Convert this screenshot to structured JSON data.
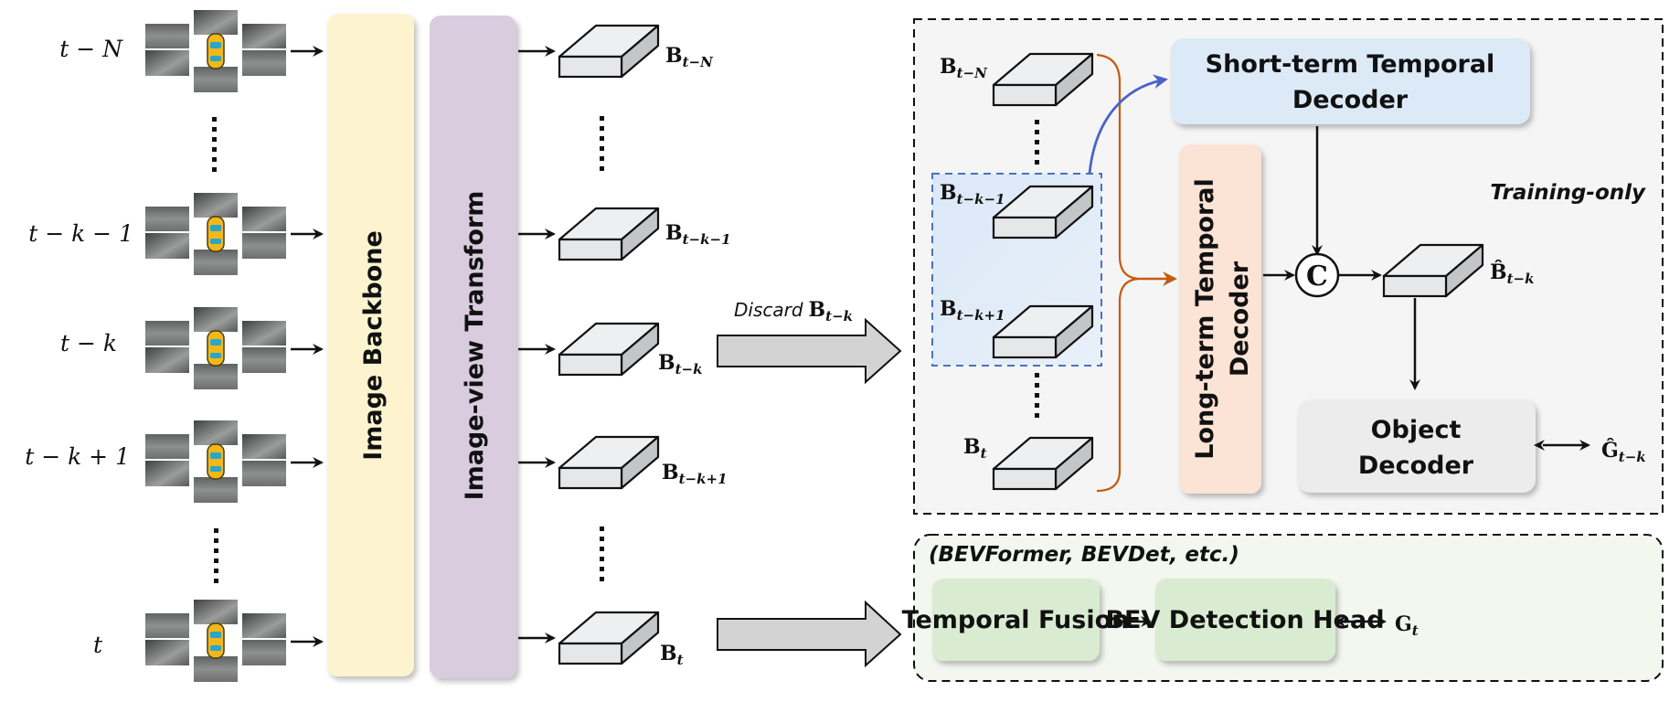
{
  "timesteps": [
    {
      "label": "t − N",
      "feature": "B",
      "sub": "t−N"
    },
    {
      "label": "t − k − 1",
      "feature": "B",
      "sub": "t−k−1"
    },
    {
      "label": "t − k",
      "feature": "B",
      "sub": "t−k"
    },
    {
      "label": "t − k + 1",
      "feature": "B",
      "sub": "t−k+1"
    },
    {
      "label": "t",
      "feature": "B",
      "sub": "t"
    }
  ],
  "stages": {
    "backbone": "Image Backbone",
    "transform": "Image-view Transform"
  },
  "discard": {
    "text": "Discard",
    "feature": "B",
    "sub": "t−k"
  },
  "training_box": {
    "tag": "Training-only",
    "memory": [
      {
        "feature": "B",
        "sub": "t−N"
      },
      {
        "feature": "B",
        "sub": "t−k−1"
      },
      {
        "feature": "B",
        "sub": "t−k+1"
      },
      {
        "feature": "B",
        "sub": "t"
      }
    ],
    "short_decoder": [
      "Short-term Temporal",
      "Decoder"
    ],
    "long_decoder": [
      "Long-term Temporal",
      "Decoder"
    ],
    "concat_symbol": "C",
    "output_feature": {
      "feature": "B̂",
      "sub": "t−k"
    },
    "object_decoder": [
      "Object",
      "Decoder"
    ],
    "output_gt": {
      "feature": "Ĝ",
      "sub": "t−k"
    }
  },
  "baseline_box": {
    "tag": "(BEVFormer, BEVDet, etc.)",
    "fusion": "Temporal Fusion",
    "head": "BEV Detection Head",
    "output_gt": {
      "feature": "G",
      "sub": "t"
    }
  },
  "colors": {
    "backbone": "#fdf3cf",
    "transform": "#d9ccdf",
    "short_decoder": "#dce9f7",
    "long_decoder": "#fbe3d5",
    "object_decoder": "#ececec",
    "baseline_block": "#d9ecd1",
    "training_bg": "#f5f5f5",
    "baseline_bg": "#f3f7ef",
    "blue_arrow": "#4a62c8",
    "orange_brace": "#c55a11",
    "cube_face": "#e6e7e9",
    "cube_side": "#c4c5c7"
  }
}
